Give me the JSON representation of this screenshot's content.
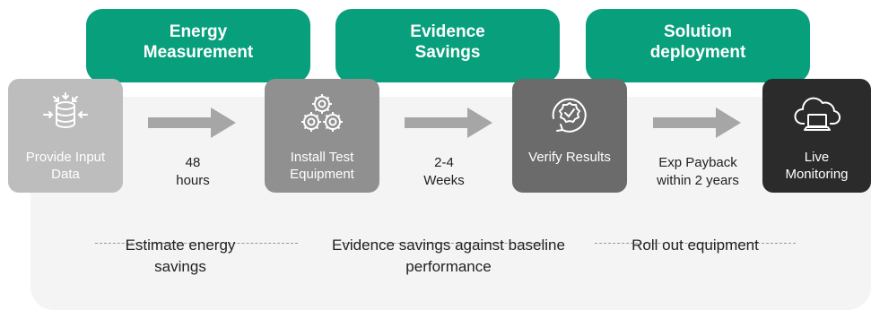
{
  "phases": [
    {
      "title": "Energy\nMeasurement"
    },
    {
      "title": "Evidence\nSavings"
    },
    {
      "title": "Solution\ndeployment"
    }
  ],
  "steps": [
    {
      "label": "Provide Input\nData",
      "icon": "database-input-icon",
      "color": "#bdbdbd"
    },
    {
      "label": "Install Test\nEquipment",
      "icon": "gears-icon",
      "color": "#909090"
    },
    {
      "label": "Verify Results",
      "icon": "verified-check-cycle-icon",
      "color": "#6b6b6b"
    },
    {
      "label": "Live\nMonitoring",
      "icon": "cloud-laptop-icon",
      "color": "#2b2b2b"
    }
  ],
  "durations": [
    {
      "text": "48\nhours"
    },
    {
      "text": "2-4\nWeeks"
    },
    {
      "text": "Exp Payback\nwithin 2 years"
    }
  ],
  "descriptions": [
    {
      "text": "Estimate energy\nsavings"
    },
    {
      "text": "Evidence savings against baseline\nperformance"
    },
    {
      "text": "Roll out equipment"
    }
  ],
  "colors": {
    "accent": "#079f7c",
    "arrow": "#a6a6a6",
    "panel": "#f4f4f4"
  }
}
